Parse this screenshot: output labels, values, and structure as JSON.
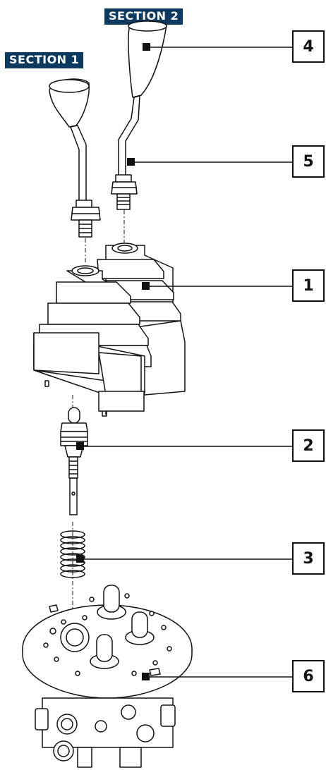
{
  "sections": [
    {
      "label": "SECTION 2"
    },
    {
      "label": "SECTION 1"
    }
  ],
  "callouts": [
    {
      "number": "4"
    },
    {
      "number": "5"
    },
    {
      "number": "1"
    },
    {
      "number": "2"
    },
    {
      "number": "3"
    },
    {
      "number": "6"
    }
  ],
  "colors": {
    "label_bg": "#0b3a5e",
    "line": "#111111"
  }
}
